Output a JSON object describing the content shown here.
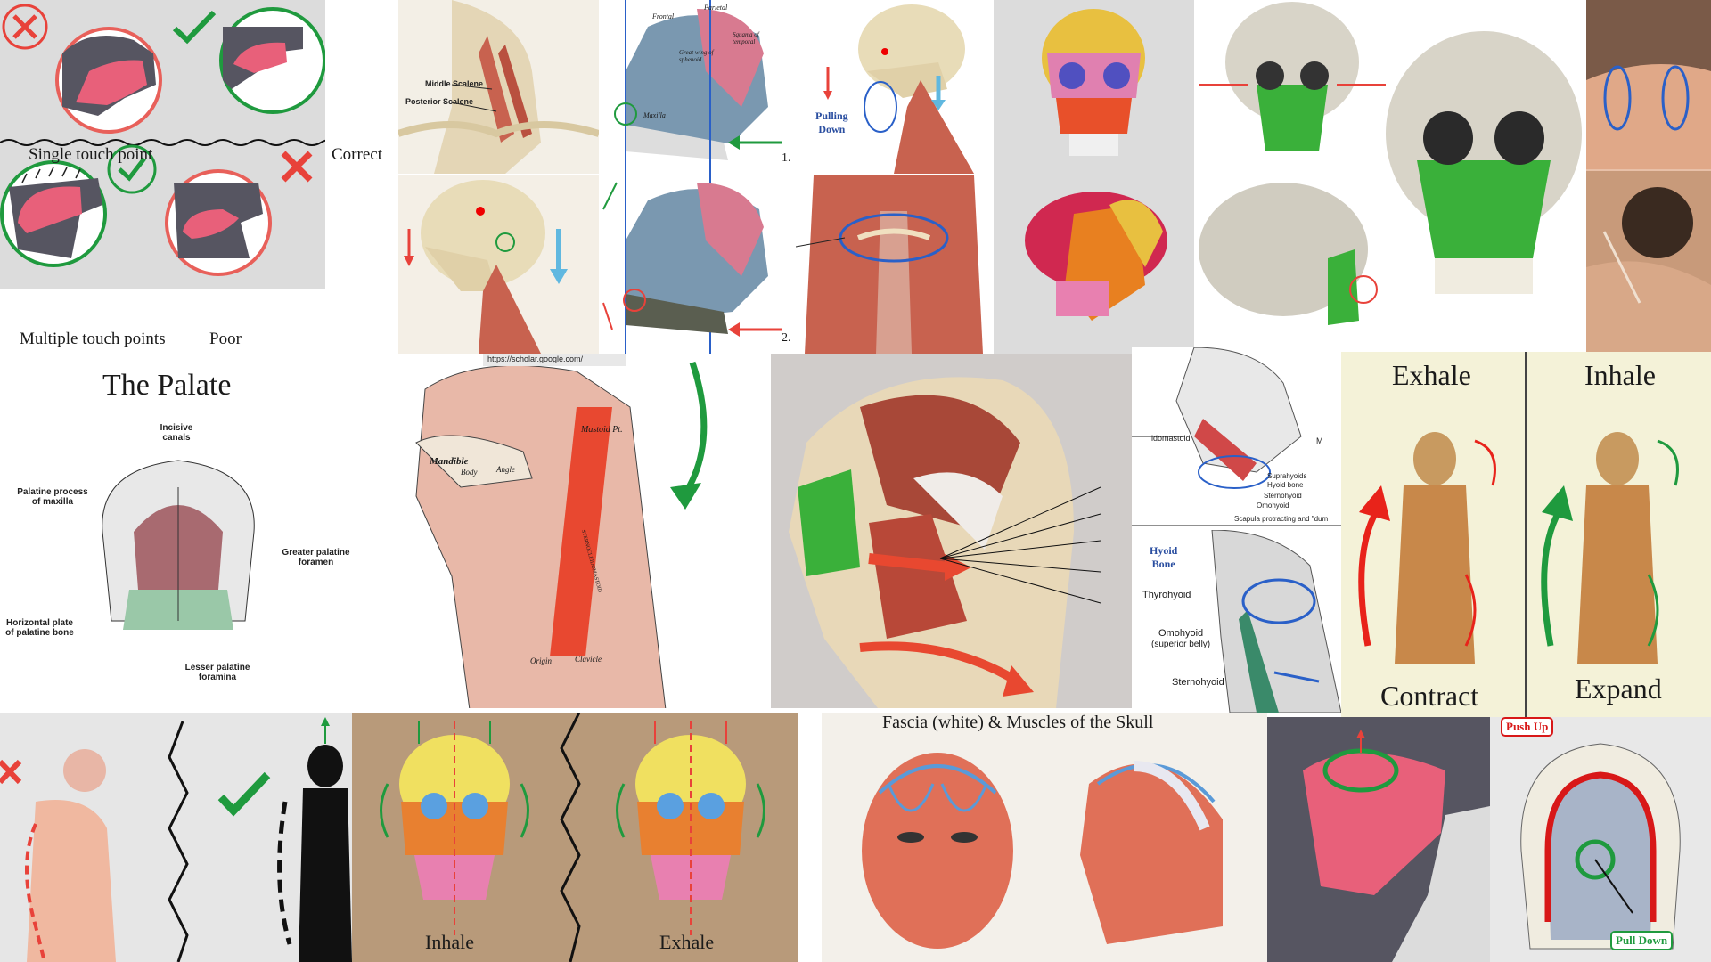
{
  "tongue": {
    "single": "Single touch point",
    "correct": "Correct",
    "multiple": "Multiple touch points",
    "poor": "Poor"
  },
  "scalene": {
    "middle": "Middle Scalene",
    "posterior": "Posterior Scalene"
  },
  "skull_side": {
    "frontal": "Frontal",
    "parietal": "Parietal",
    "sphenoid": "Great wing of sphenoid",
    "temporal": "Squama of temporal",
    "maxilla": "Maxilla",
    "step1": "1.",
    "step2": "2."
  },
  "pulling": {
    "line1": "Pulling",
    "line2": "Down"
  },
  "palate": {
    "title": "The Palate",
    "incisive": "Incisive canals",
    "palatine_process": "Palatine process of maxilla",
    "greater": "Greater palatine foramen",
    "horizontal": "Horizontal plate of palatine bone",
    "lesser": "Lesser palatine foramina"
  },
  "scm": {
    "url": "https://scholar.google.com/",
    "mastoid": "Mastoid Pt.",
    "mandible": "Mandible",
    "body": "Body",
    "angle": "Angle",
    "muscle": "STERNOCLEIDOMASTOID",
    "origin": "Origin",
    "clavicle": "Clavicle"
  },
  "hyoid_top": {
    "stylomastoid": "idomastoid",
    "m": "M",
    "suprahyoids": "Suprahyoids",
    "hyoid": "Hyoid bone",
    "sternohyoid": "Sternohyoid",
    "omohyoid": "Omohyoid",
    "scapula": "Scapula protracting and \"dum"
  },
  "hyoid_bottom": {
    "title1": "Hyoid",
    "title2": "Bone",
    "thyrohyoid": "Thyrohyoid",
    "omohyoid": "Omohyoid",
    "omohyoid_sub": "(superior belly)",
    "sternohyoid": "Sternohyoid"
  },
  "breath_body": {
    "exhale": "Exhale",
    "inhale": "Inhale",
    "contract": "Contract",
    "expand": "Expand"
  },
  "skull_breath": {
    "inhale": "Inhale",
    "exhale": "Exhale"
  },
  "fascia": {
    "title": "Fascia (white) & Muscles of the Skull"
  },
  "palate_push": {
    "push_up": "Push Up",
    "pull_down": "Pull Down"
  },
  "colors": {
    "red": "#e8423a",
    "green": "#1f9a3e",
    "blue": "#3a78c8",
    "pink": "#e8607a",
    "mouth_dark": "#565561",
    "bone": "#e8dcb8",
    "muscle": "#c8624f"
  }
}
